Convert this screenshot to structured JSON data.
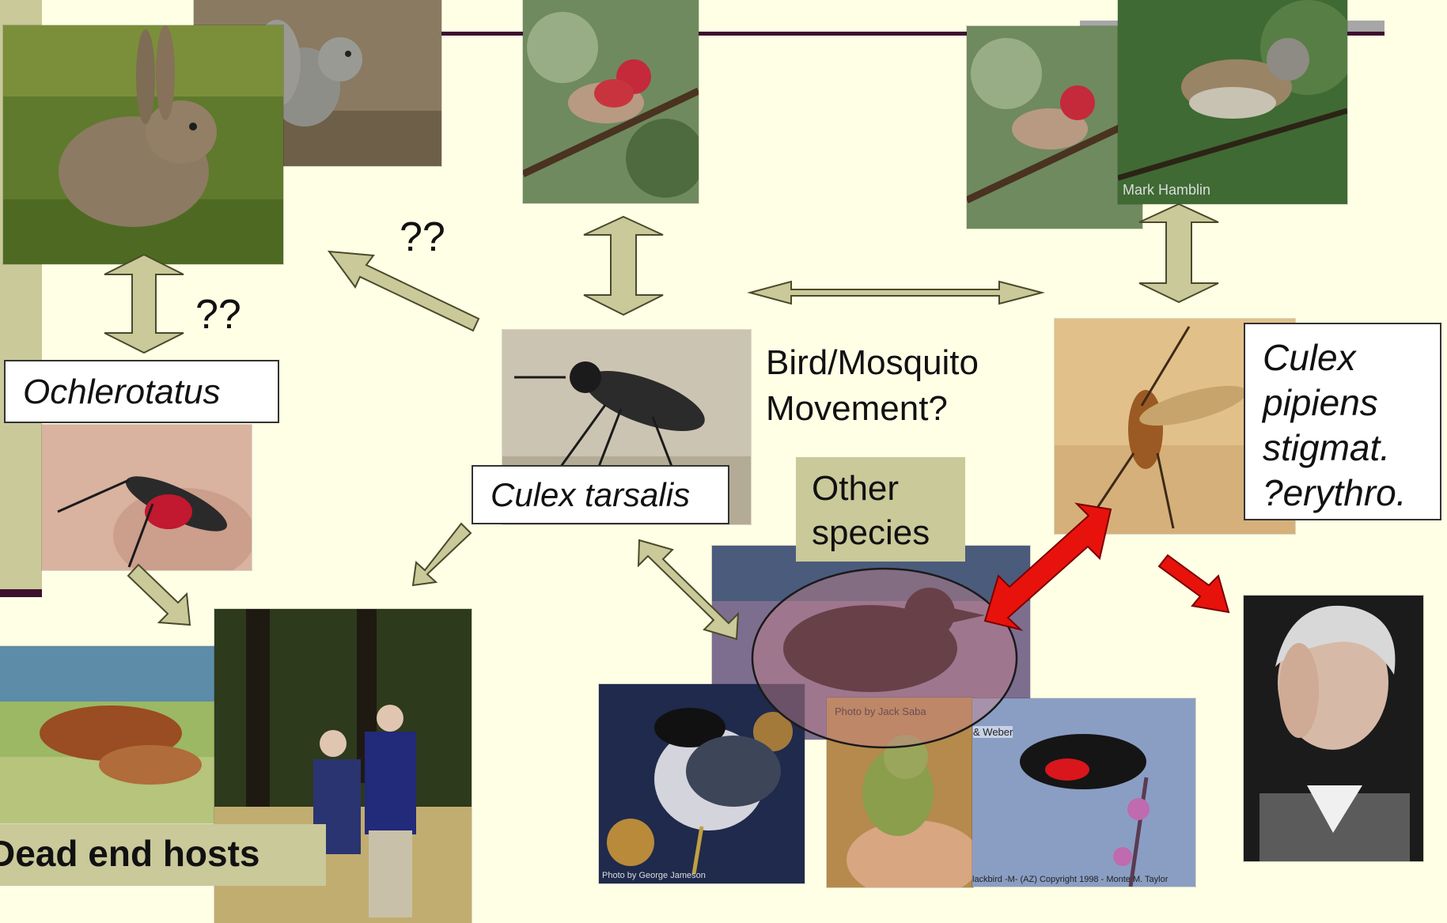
{
  "labels": {
    "q_top": "??",
    "q_left": "??",
    "ochlerotatus": "Ochlerotatus",
    "culex_tarsalis": "Culex tarsalis",
    "bird_mosquito_line1": "Bird/Mosquito",
    "bird_mosquito_line2": "Movement?",
    "other_species_line1": "Other",
    "other_species_line2": "species",
    "culex_pipiens_line1": "Culex",
    "culex_pipiens_line2": "pipiens",
    "culex_pipiens_line3": "stigmat.",
    "culex_pipiens_line4": "?erythro.",
    "dead_end_hosts": "Dead end hosts"
  },
  "credits": {
    "sparrow": "Mark Hamblin",
    "crow": "Photo by Jack Saba",
    "heron": "Photo by George Jameson",
    "blackbird": "lackbird -M- (AZ) Copyright 1998 - Monte M. Taylor",
    "weber": "& Weber"
  },
  "colors": {
    "background": "#ffffe6",
    "accent_tan": "#c9c99a",
    "arrow_fill": "#c9c99a",
    "arrow_stroke": "#4a4a2a",
    "red_arrow": "#e8120c",
    "dark_line": "#3d0f2e"
  }
}
